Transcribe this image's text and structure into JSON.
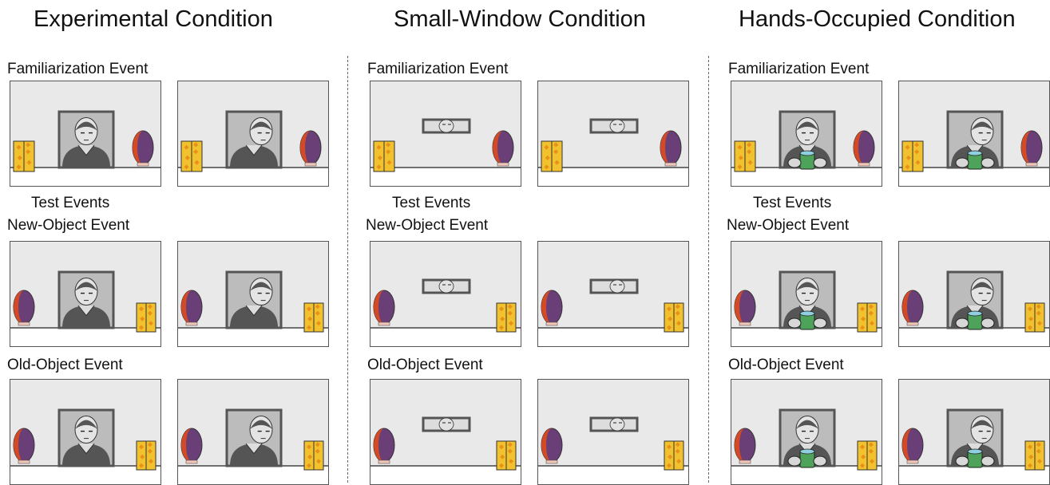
{
  "conditions": [
    {
      "title": "Experimental Condition",
      "familiarization_label": "Familiarization Event",
      "test_label": "Test Events",
      "new_object_label": "New-Object Event",
      "old_object_label": "Old-Object Event",
      "window": "large",
      "hands": "none"
    },
    {
      "title": "Small-Window Condition",
      "familiarization_label": "Familiarization Event",
      "test_label": "Test Events",
      "new_object_label": "New-Object Event",
      "old_object_label": "Old-Object Event",
      "window": "small",
      "hands": "none"
    },
    {
      "title": "Hands-Occupied Condition",
      "familiarization_label": "Familiarization Event",
      "test_label": "Test Events",
      "new_object_label": "New-Object Event",
      "old_object_label": "Old-Object Event",
      "window": "large",
      "hands": "mug"
    }
  ],
  "colors": {
    "panel_bg": "#e9e9e9",
    "window_border": "#555555",
    "screen_yellow": "#f2c12e",
    "screen_spots": "#e8901a",
    "egg_red": "#d44a25",
    "egg_purple": "#6a3f78",
    "mug_green": "#4da35a"
  }
}
